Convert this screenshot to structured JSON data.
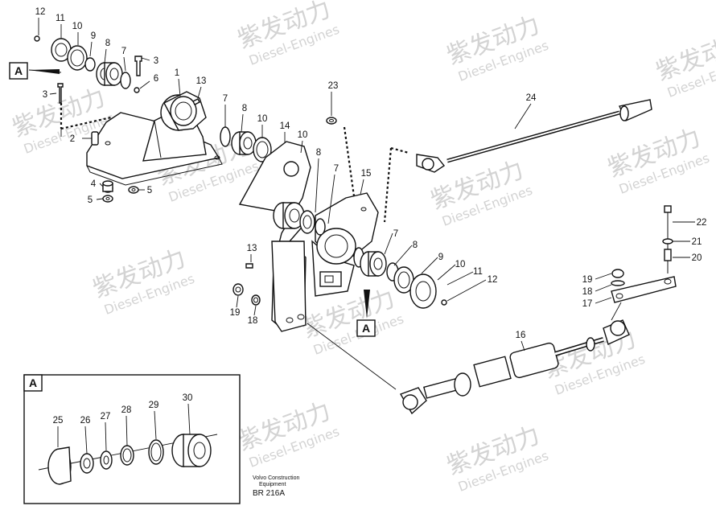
{
  "watermark": {
    "cn": "紫发动力",
    "en": "Diesel-Engines"
  },
  "callouts": [
    "1",
    "2",
    "3",
    "4",
    "5",
    "6",
    "7",
    "8",
    "9",
    "10",
    "11",
    "12",
    "13",
    "14",
    "15",
    "16",
    "17",
    "18",
    "19",
    "20",
    "21",
    "22",
    "23",
    "24",
    "25",
    "26",
    "27",
    "28",
    "29",
    "30"
  ],
  "detail_ref": "A",
  "footer": {
    "company_line1": "Volvo Construction",
    "company_line2": "Equipment",
    "drawing_code": "BR 216A"
  }
}
